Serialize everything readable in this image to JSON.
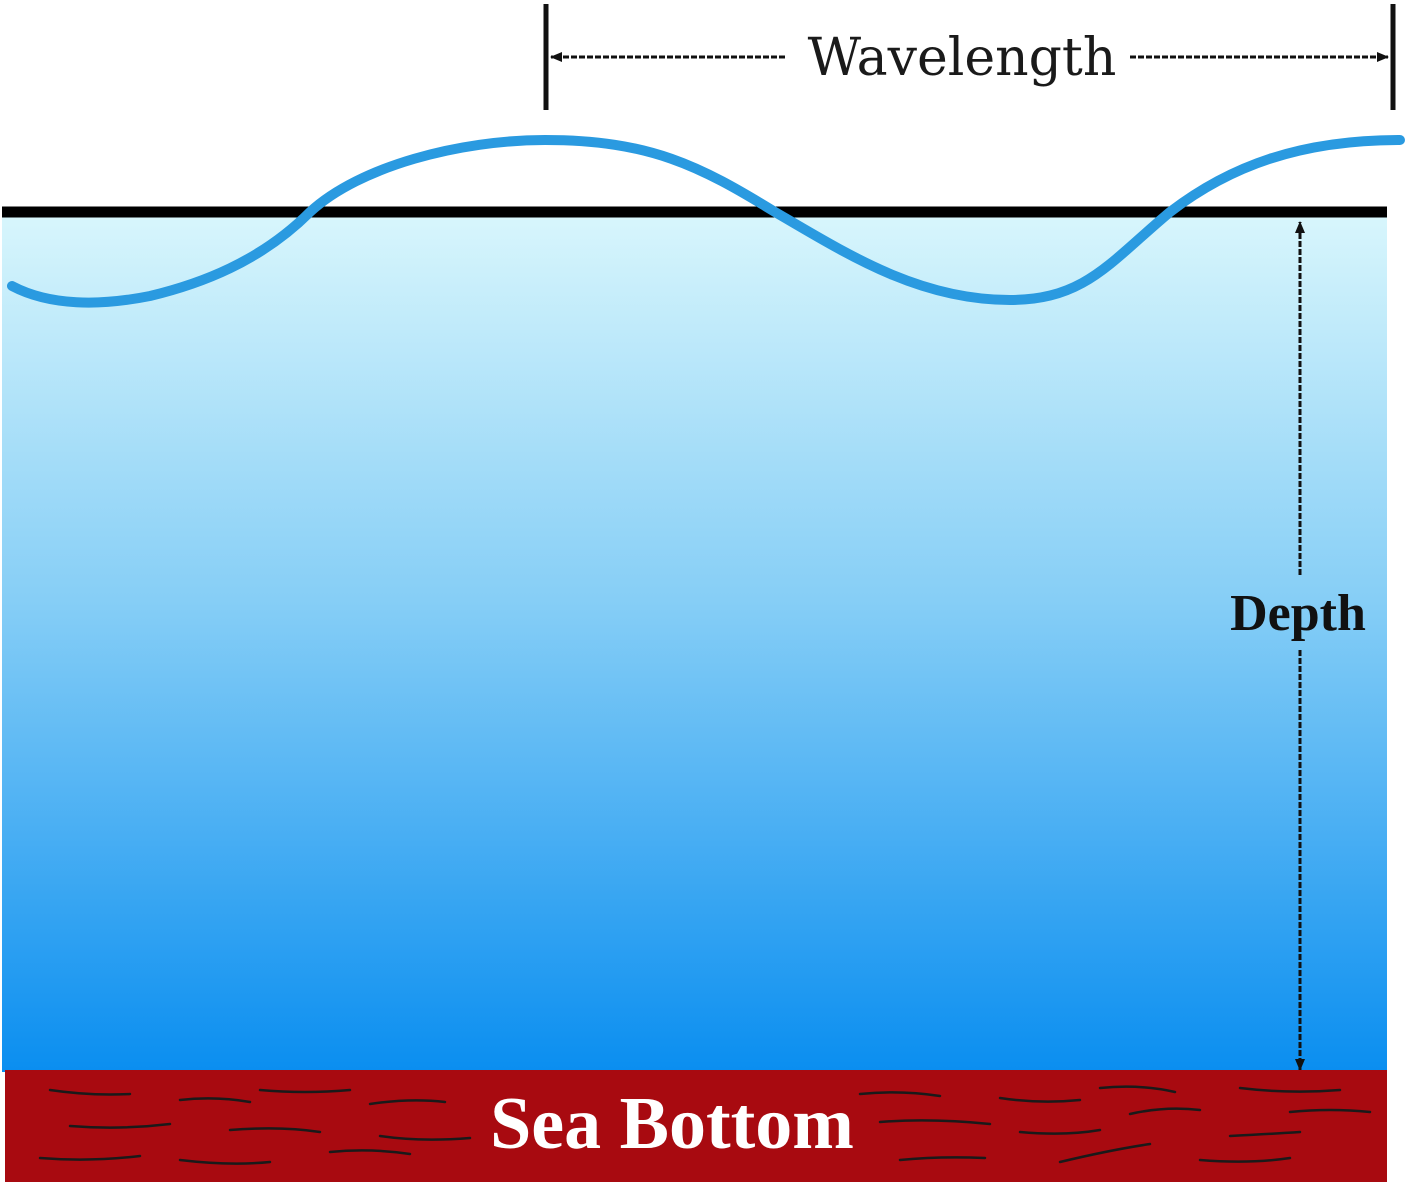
{
  "diagram": {
    "labels": {
      "wavelength": "Wavelength",
      "depth": "Depth",
      "sea_bottom": "Sea Bottom"
    },
    "colors": {
      "wave": "#2a9ae0",
      "water_top": "#d8f6fc",
      "water_mid": "#86cef6",
      "water_bottom": "#0a8ef0",
      "sea_bottom": "#a80a10",
      "sea_bottom_streaks": "#1a1a1a",
      "still_water_line": "#000000",
      "arrows": "#111111"
    }
  }
}
